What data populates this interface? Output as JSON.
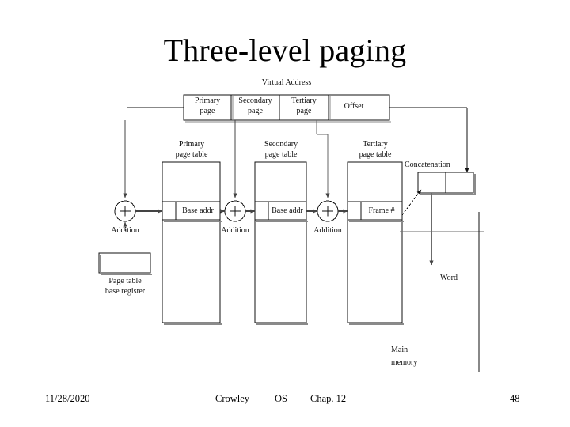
{
  "slide": {
    "title": "Three-level paging"
  },
  "diagram": {
    "virtual_address_label": "Virtual Address",
    "address_fields": [
      {
        "line1": "Primary",
        "line2": "page"
      },
      {
        "line1": "Secondary",
        "line2": "page"
      },
      {
        "line1": "Tertiary",
        "line2": "page"
      },
      {
        "line1": "Offset",
        "line2": ""
      }
    ],
    "tables": [
      {
        "line1": "Primary",
        "line2": "page table",
        "entry": "Base addr"
      },
      {
        "line1": "Secondary",
        "line2": "page table",
        "entry": "Base addr"
      },
      {
        "line1": "Tertiary",
        "line2": "page table",
        "entry": "Frame #"
      }
    ],
    "adders": [
      {
        "symbol": "+",
        "label": "Addition"
      },
      {
        "symbol": "+",
        "label": "Addition"
      },
      {
        "symbol": "+",
        "label": "Addition"
      }
    ],
    "base_register": {
      "line1": "Page table",
      "line2": "base register",
      "value": ""
    },
    "concatenation_label": "Concatenation",
    "concatenation_cells": [
      "",
      ""
    ],
    "word_label": "Word",
    "main_memory": {
      "line1": "Main",
      "line2": "memory"
    }
  },
  "footer": {
    "date": "11/28/2020",
    "author": "Crowley",
    "course": "OS",
    "chapter": "Chap. 12",
    "page_number": "48"
  },
  "colors": {
    "background": "#ffffff",
    "ink": "#000000",
    "shadow": "#808080"
  }
}
